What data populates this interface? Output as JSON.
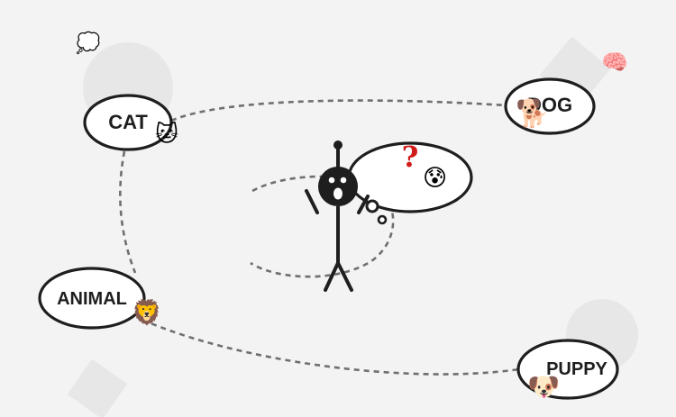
{
  "nodes": {
    "cat": {
      "label": "CAT",
      "emoji": "🐱"
    },
    "dog": {
      "label": "DOG",
      "emoji": "🐕"
    },
    "animal": {
      "label": "ANIMAL",
      "emoji": "🦁"
    },
    "puppy": {
      "label": "PUPPY",
      "emoji": "🐶"
    }
  },
  "thought": {
    "question": "?",
    "emoji": "😰"
  },
  "decor": {
    "cloud": "💭",
    "brain": "🧠"
  },
  "colors": {
    "background": "#f3f3f3",
    "shapes": "#e6e6e6",
    "ink": "#1e1e1e",
    "dash": "#6f6f6f",
    "question": "#d11a1a"
  }
}
